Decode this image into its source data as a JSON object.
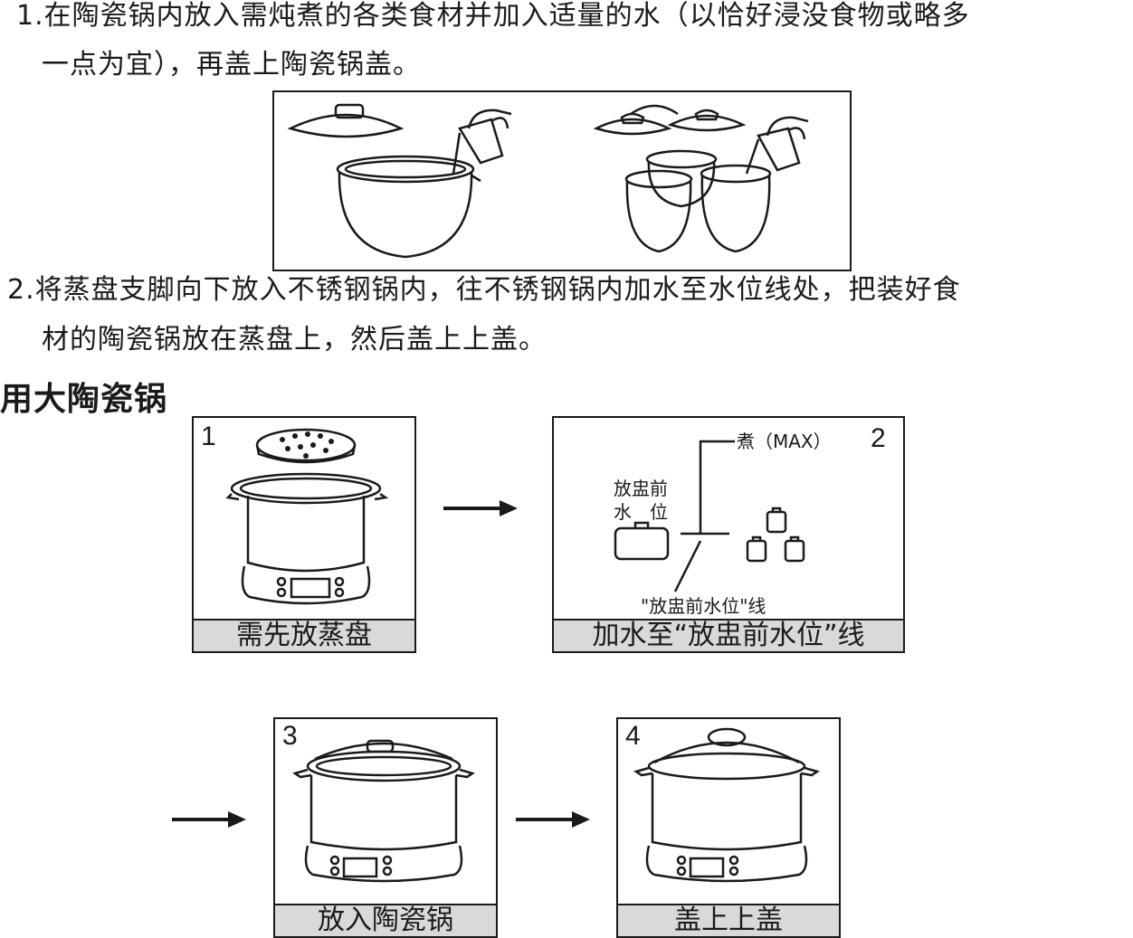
{
  "step1": {
    "line1": "1.在陶瓷锅内放入需炖煮的各类食材并加入适量的水（以恰好浸没食物或略多",
    "line2": "一点为宜），再盖上陶瓷锅盖。"
  },
  "step2": {
    "line1": "2.将蒸盘支脚向下放入不锈钢锅内，往不锈钢锅内加水至水位线处，把装好食",
    "line2": "材的陶瓷锅放在蒸盘上，然后盖上上盖。"
  },
  "section_title": "用大陶瓷锅",
  "panels": [
    {
      "number": "1",
      "caption": "需先放蒸盘"
    },
    {
      "number": "2",
      "caption": "加水至“放盅前水位”线",
      "label_max": "煮（MAX）",
      "label_before_a": "放盅前",
      "label_before_b": "水　位",
      "label_line": "\"放盅前水位\"线"
    },
    {
      "number": "3",
      "caption": "放入陶瓷锅"
    },
    {
      "number": "4",
      "caption": "盖上上盖"
    }
  ]
}
